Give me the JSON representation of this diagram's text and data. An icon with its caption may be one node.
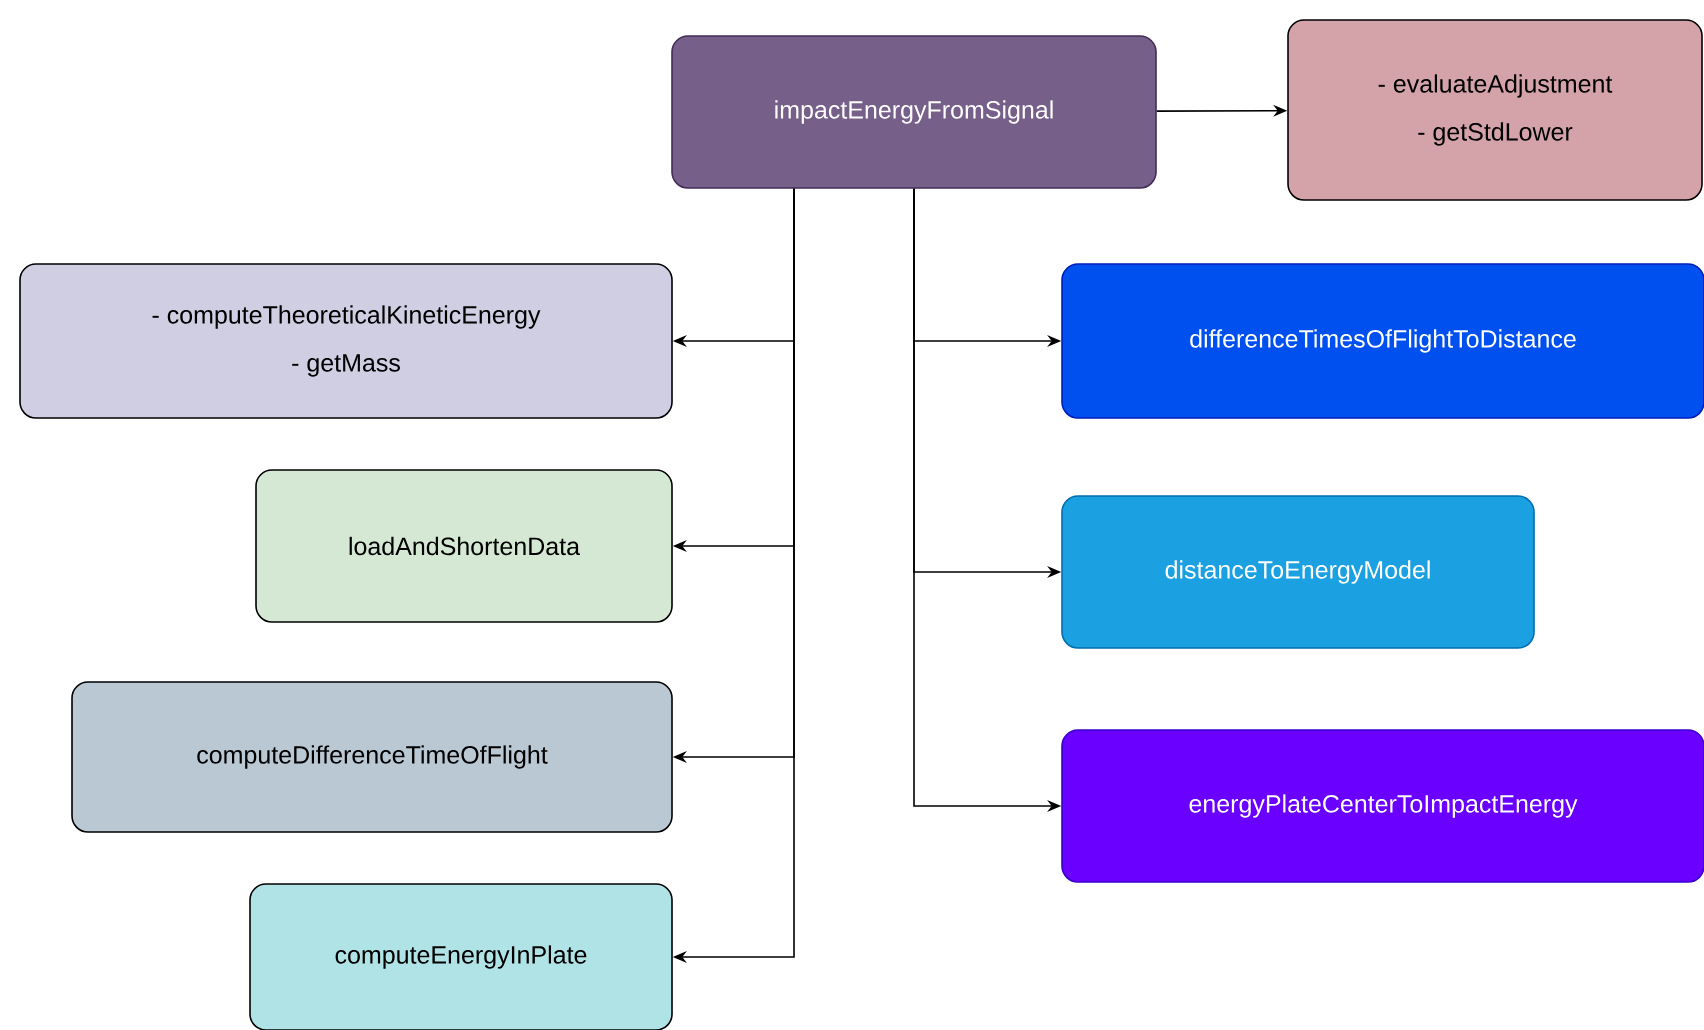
{
  "diagram": {
    "nodes": [
      {
        "text": [
          "impactEnergyFromSignal"
        ]
      },
      {
        "text": [
          "- evaluateAdjustment",
          "- getStdLower"
        ]
      },
      {
        "text": [
          "- computeTheoreticalKineticEnergy",
          "- getMass"
        ]
      },
      {
        "text": [
          "loadAndShortenData"
        ]
      },
      {
        "text": [
          "computeDifferenceTimeOfFlight"
        ]
      },
      {
        "text": [
          "computeEnergyInPlate"
        ]
      },
      {
        "text": [
          "differenceTimesOfFlightToDistance"
        ]
      },
      {
        "text": [
          "distanceToEnergyModel"
        ]
      },
      {
        "text": [
          "energyPlateCenterToImpactEnergy"
        ]
      }
    ],
    "edges": [
      {
        "from": 0,
        "to": 1,
        "arrow": "to"
      },
      {
        "from": 0,
        "to": 2,
        "arrow": "to"
      },
      {
        "from": 0,
        "to": 3,
        "arrow": "to"
      },
      {
        "from": 0,
        "to": 4,
        "arrow": "to"
      },
      {
        "from": 0,
        "to": 5,
        "arrow": "to"
      },
      {
        "from": 0,
        "to": 6,
        "arrow": "to"
      },
      {
        "from": 0,
        "to": 7,
        "arrow": "to"
      },
      {
        "from": 0,
        "to": 8,
        "arrow": "to"
      }
    ]
  }
}
